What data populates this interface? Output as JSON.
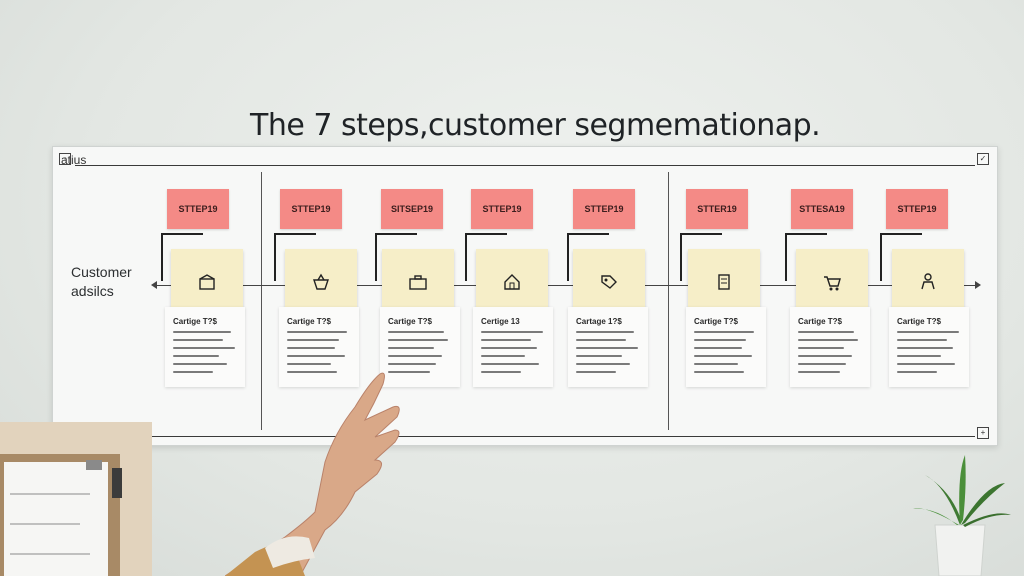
{
  "title": "The 7 steps,customer segmemationap.",
  "board": {
    "header_label": "atius",
    "side_label_line1": "Customer",
    "side_label_line2": "adsilcs",
    "corner_tl": "▫",
    "corner_tr": "✓",
    "corner_bl": "▫",
    "corner_br": "+"
  },
  "steps": [
    {
      "tag": "STTEP19",
      "card_title": "Cartige T?$"
    },
    {
      "tag": "STTEP19",
      "card_title": "Cartige T?$"
    },
    {
      "tag": "SITSEP19",
      "card_title": "Cartige T?$"
    },
    {
      "tag": "STTEP19",
      "card_title": "Certige 13"
    },
    {
      "tag": "STTEP19",
      "card_title": "Cartage 1?$"
    },
    {
      "tag": "STTER19",
      "card_title": "Cartige T?$"
    },
    {
      "tag": "STTESA19",
      "card_title": "Cartige T?$"
    },
    {
      "tag": "STTEP19",
      "card_title": "Cartige T?$"
    }
  ],
  "icons": [
    "box-icon",
    "basket-icon",
    "briefcase-icon",
    "house-icon",
    "tag-icon",
    "document-icon",
    "cart-icon",
    "person-icon"
  ],
  "colors": {
    "pink_note": "#f48a86",
    "yellow_note": "#f6eec8",
    "wall": "#e3e7e3"
  }
}
